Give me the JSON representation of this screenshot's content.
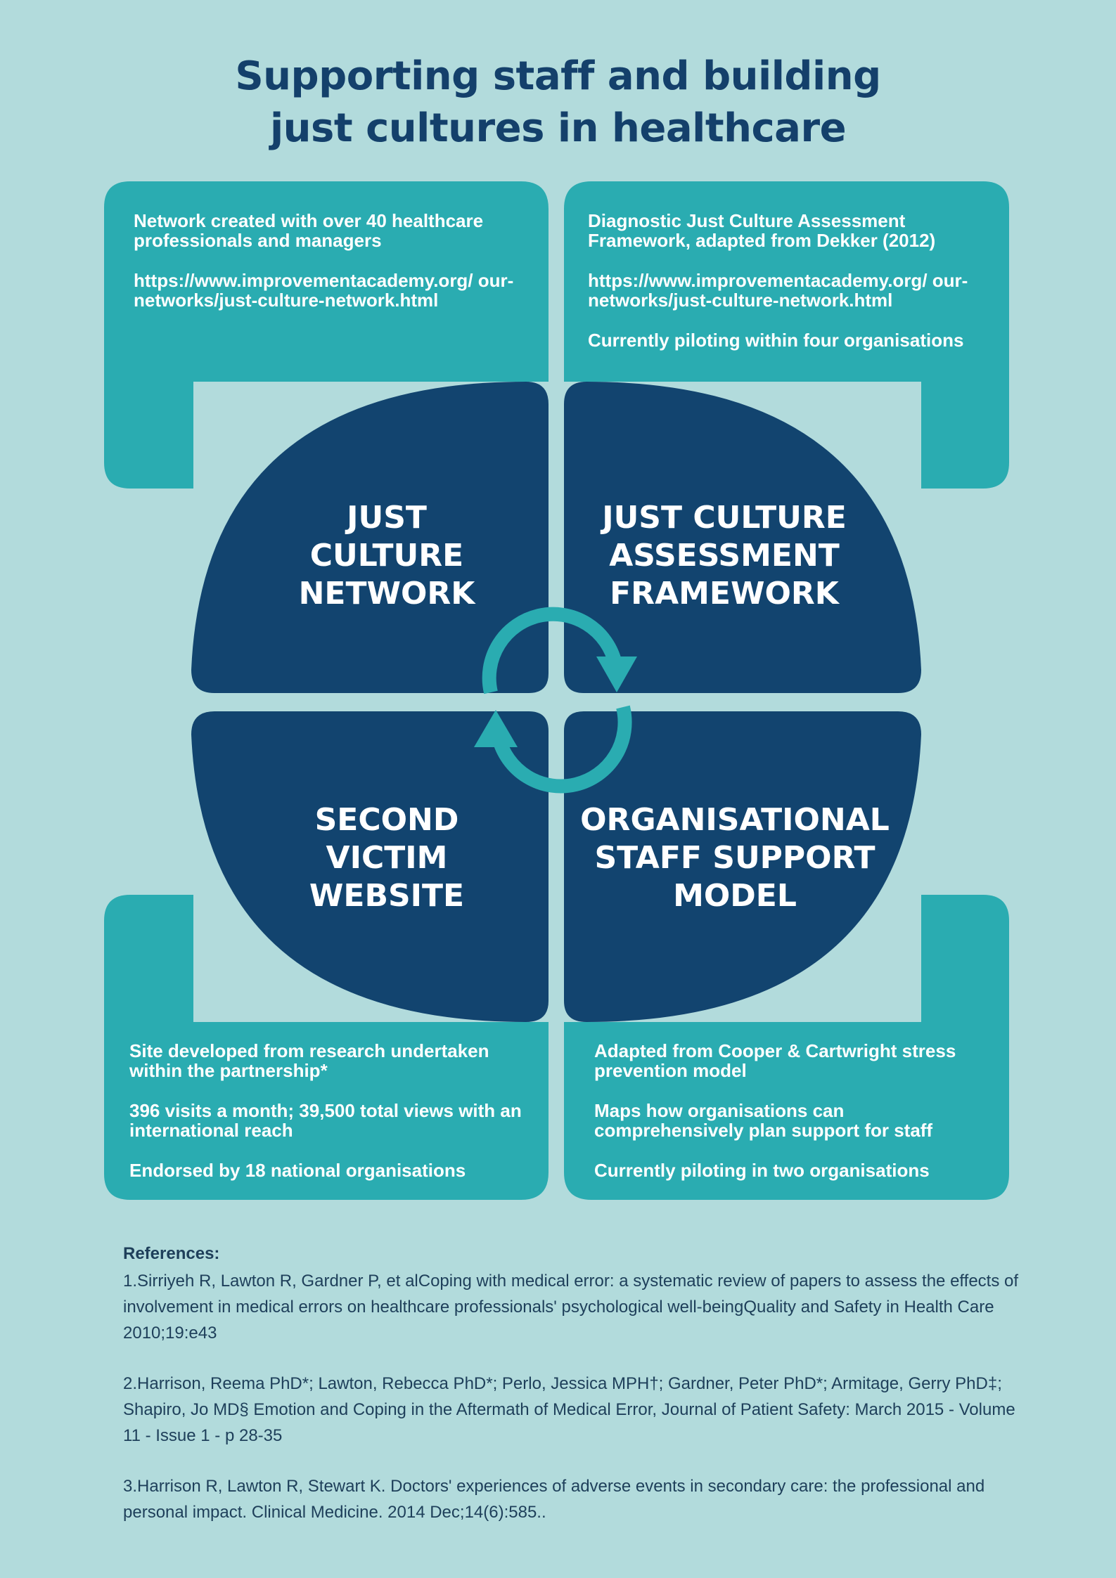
{
  "title": {
    "line1": "Supporting staff and building",
    "line2": "just cultures in healthcare"
  },
  "colors": {
    "background": "#b2dbdc",
    "panel_teal": "#2aacb1",
    "quadrant_navy": "#12446f",
    "title_navy": "#14406b",
    "cycle_arrows": "#2aacb1"
  },
  "panels": {
    "top_left": {
      "items": [
        "Network created with over 40 healthcare professionals and managers",
        "https://www.improvementacademy.org/ our-networks/just-culture-network.html"
      ]
    },
    "top_right": {
      "items": [
        "Diagnostic Just Culture Assessment Framework, adapted from Dekker (2012)",
        "https://www.improvementacademy.org/ our-networks/just-culture-network.html",
        "Currently piloting within four organisations"
      ]
    },
    "bottom_left": {
      "items": [
        "Site developed from research undertaken within the partnership*",
        "396 visits a month; 39,500 total views with an international reach",
        "Endorsed by 18 national organisations"
      ]
    },
    "bottom_right": {
      "items": [
        "Adapted from Cooper & Cartwright stress prevention model",
        "Maps how organisations can comprehensively plan support for staff",
        "Currently piloting in two organisations"
      ]
    }
  },
  "quadrants": {
    "top_left": {
      "lines": [
        "JUST",
        "CULTURE",
        "NETWORK"
      ]
    },
    "top_right": {
      "lines": [
        "JUST CULTURE",
        "ASSESSMENT",
        "FRAMEWORK"
      ]
    },
    "bottom_left": {
      "lines": [
        "SECOND",
        "VICTIM",
        "WEBSITE"
      ]
    },
    "bottom_right": {
      "lines": [
        "ORGANISATIONAL",
        "STAFF SUPPORT",
        "MODEL"
      ]
    }
  },
  "cycle_icon": "cycle-arrows-icon",
  "references": {
    "heading": "References:",
    "items": [
      "1.Sirriyeh R, Lawton R, Gardner P, et alCoping with medical error: a systematic review of papers to assess the effects of involvement in medical errors on healthcare professionals' psychological well-beingQuality and Safety in Health Care 2010;19:e43",
      "2.Harrison, Reema PhD*; Lawton, Rebecca PhD*; Perlo, Jessica MPH†; Gardner, Peter PhD*; Armitage, Gerry PhD‡; Shapiro, Jo MD§ Emotion and Coping in the Aftermath of Medical Error, Journal of Patient Safety: March 2015 - Volume 11 - Issue 1 - p 28-35",
      "3.Harrison R, Lawton R, Stewart K. Doctors' experiences of adverse events in secondary care: the professional and personal impact. Clinical Medicine. 2014 Dec;14(6):585.."
    ]
  }
}
